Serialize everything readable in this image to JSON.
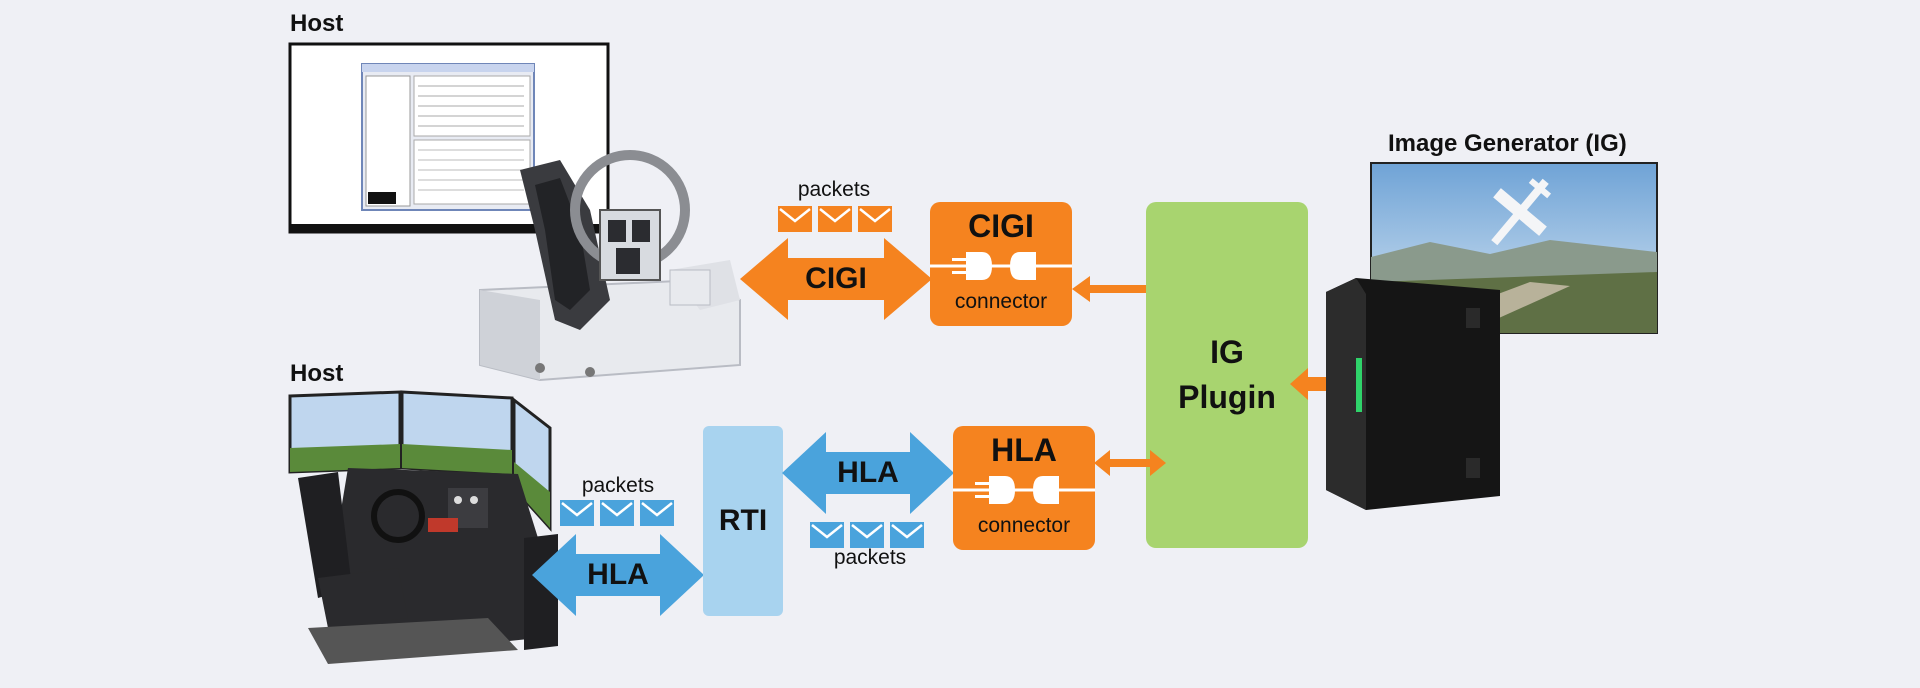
{
  "host_top_label": "Host",
  "host_bottom_label": "Host",
  "ig_label": "Image Generator (IG)",
  "cigi_packets_label": "packets",
  "cigi_arrow_label": "CIGI",
  "cigi_connector": {
    "title": "CIGI",
    "subtitle": "connector"
  },
  "hla_host_packets_label": "packets",
  "hla_host_arrow_label": "HLA",
  "rti_label": "RTI",
  "hla_rti_arrow_label": "HLA",
  "hla_rti_packets_label": "packets",
  "hla_connector": {
    "title": "HLA",
    "subtitle": "connector"
  },
  "ig_plugin": {
    "line1": "IG",
    "line2": "Plugin"
  },
  "colors": {
    "orange": "#f5831f",
    "blue": "#4aa3dc",
    "light_blue": "#a8d3ef",
    "green": "#a8d46f",
    "background": "#eff0f5"
  }
}
